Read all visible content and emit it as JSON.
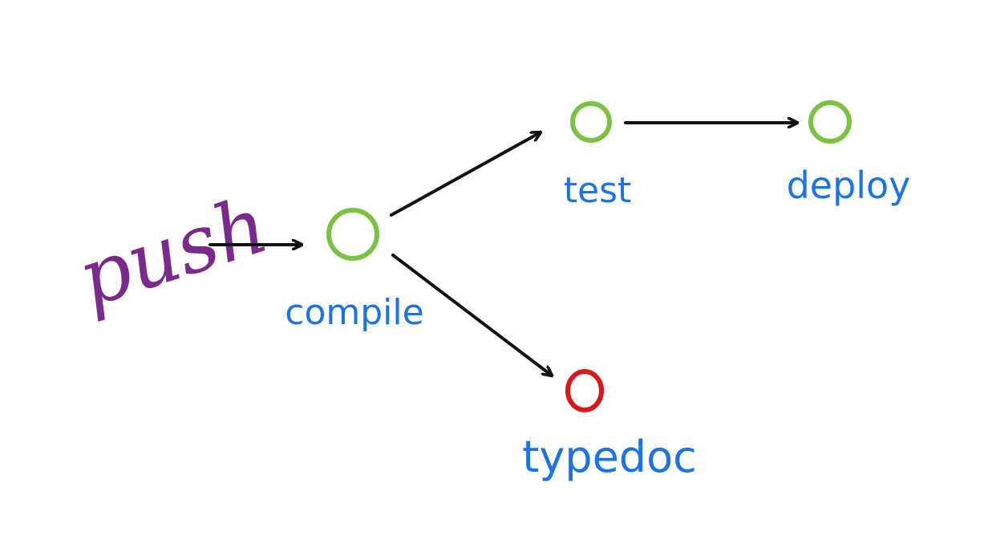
{
  "trigger": {
    "label": "push",
    "color": "#7a2a8c"
  },
  "colors": {
    "arrow": "#111111",
    "label": "#1a73e8",
    "success": "#7cc242",
    "failed": "#d61a1a"
  },
  "nodes": {
    "compile": {
      "label": "compile",
      "status": "success"
    },
    "test": {
      "label": "test",
      "status": "success"
    },
    "deploy": {
      "label": "deploy",
      "status": "success"
    },
    "typedoc": {
      "label": "typedoc",
      "status": "failed"
    }
  },
  "edges": [
    {
      "from": "push",
      "to": "compile"
    },
    {
      "from": "compile",
      "to": "test"
    },
    {
      "from": "compile",
      "to": "typedoc"
    },
    {
      "from": "test",
      "to": "deploy"
    }
  ]
}
